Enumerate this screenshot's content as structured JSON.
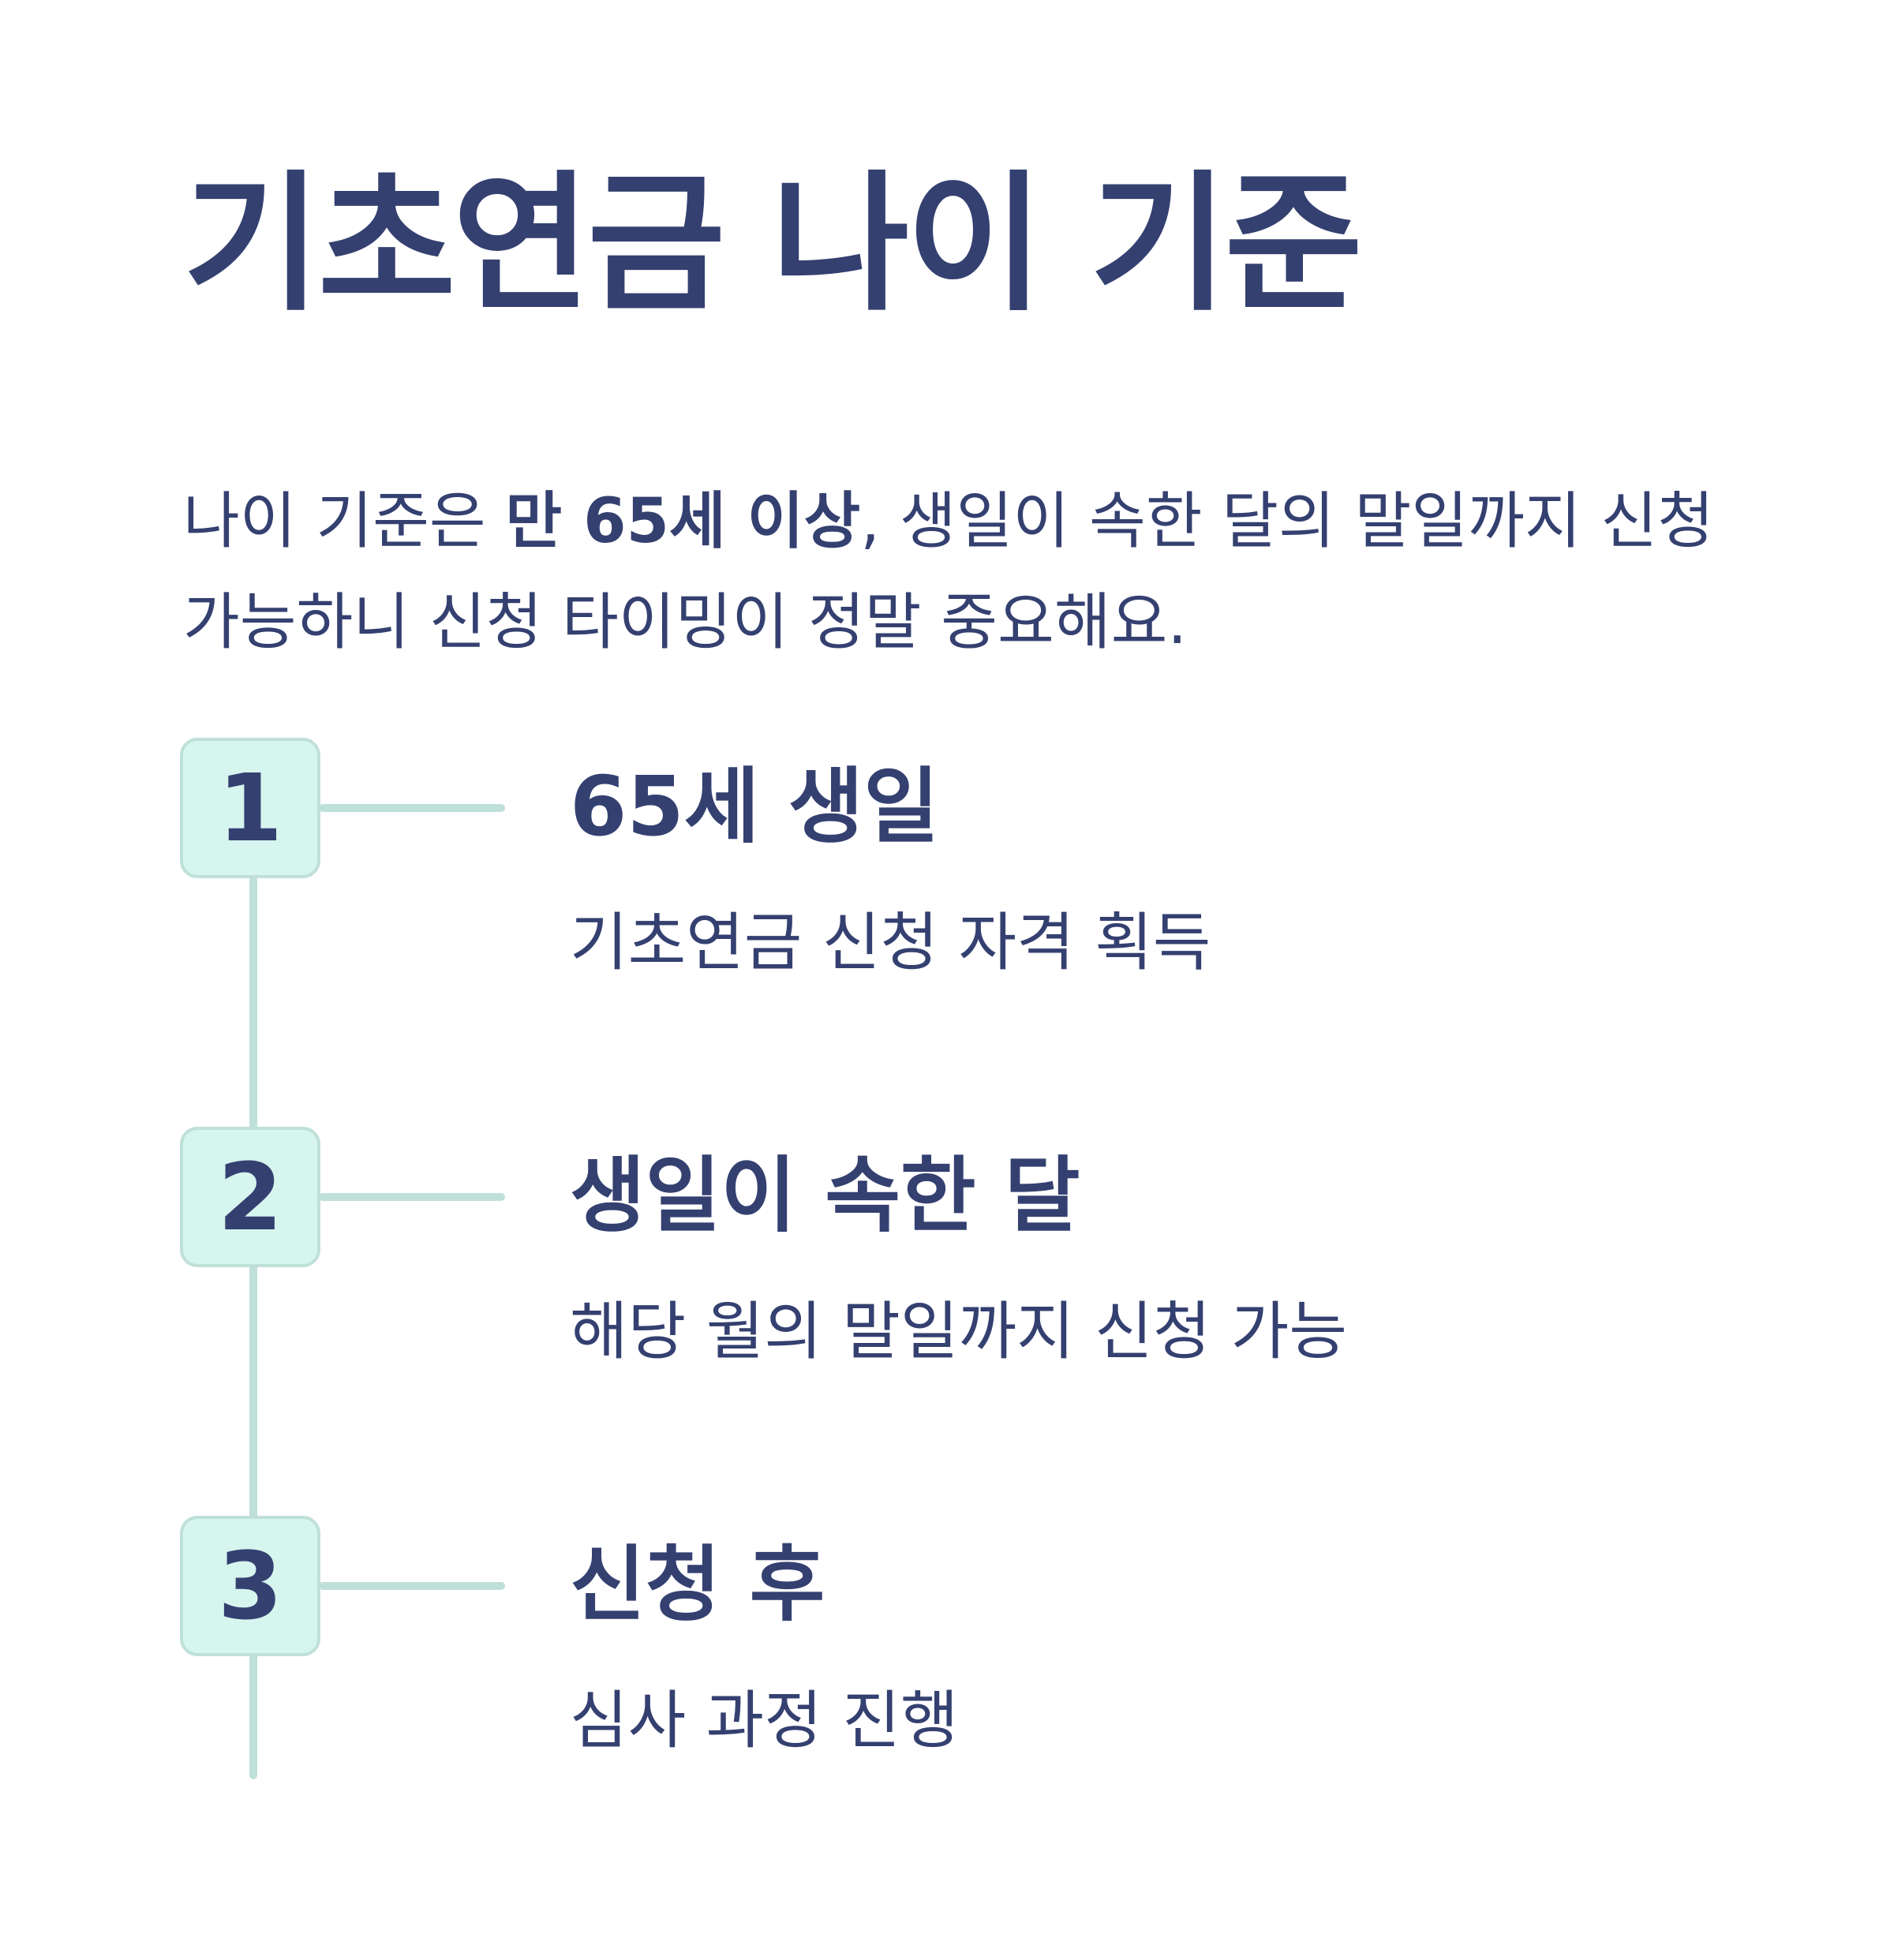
{
  "title": "기초연금 나이 기준",
  "intro": {
    "text_before": "나이 기준은 ",
    "highlight": "만 65세 이상",
    "text_after": ", 생일이 속한 달의 말일까지 신청 가능하니 신청 타이밍이 정말 중요해요."
  },
  "steps": [
    {
      "number": "1",
      "title": "65세 생일",
      "description": "기초연금 신청 자격 획득"
    },
    {
      "number": "2",
      "title": "생일이 속한 달",
      "description": "해당 월의 말일까지 신청 가능"
    },
    {
      "number": "3",
      "title": "신청 후",
      "description": "심사 과정 진행"
    }
  ],
  "colors": {
    "text": "#344070",
    "badge_fill": "#d6f5ee",
    "line": "#bfe0d9",
    "background": "#ffffff"
  }
}
